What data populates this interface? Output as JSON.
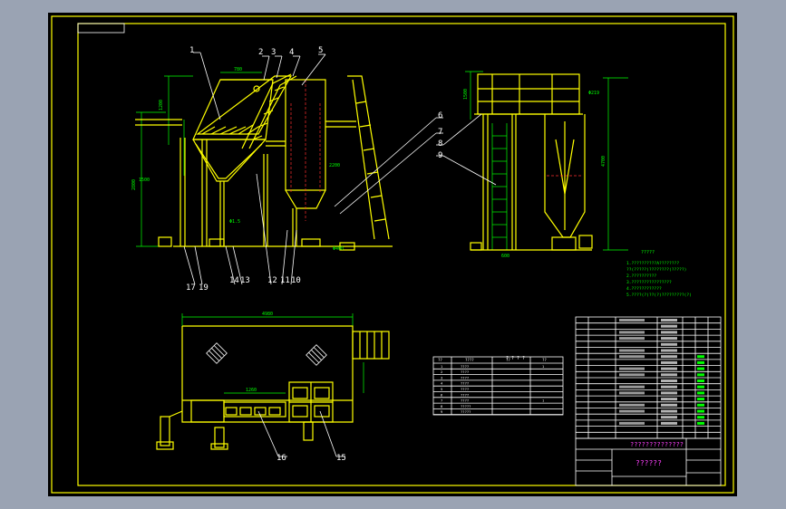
{
  "callouts": [
    "1",
    "2",
    "3",
    "4",
    "5",
    "6",
    "7",
    "8",
    "9",
    "17",
    "19",
    "14",
    "13",
    "12",
    "11",
    "10",
    "16",
    "15"
  ],
  "notes_title": "?????",
  "notes_lines": [
    "1.??????????A????????",
    "  ??(?????)????????(?????)",
    "2.??????????",
    "3.????????????????",
    "4.????????????",
    "5.????(?)??(?)?????????(?)"
  ],
  "small_table": {
    "title": "? ? ? ?",
    "header": [
      "??",
      "????",
      "??",
      "??"
    ],
    "rows": [
      [
        "1",
        "????",
        "",
        "1"
      ],
      [
        "2",
        "????",
        "",
        ""
      ],
      [
        "3",
        "????",
        "",
        ""
      ],
      [
        "4",
        "????",
        "",
        ""
      ],
      [
        "5",
        "????",
        "",
        ""
      ],
      [
        "6",
        "????",
        "",
        ""
      ],
      [
        "7",
        "????",
        "",
        "1"
      ],
      [
        "8",
        "?????",
        "",
        ""
      ],
      [
        "9",
        "?????",
        "",
        ""
      ]
    ]
  },
  "title_block": {
    "main_title": "??????????????",
    "drawing_name": "??????"
  },
  "colors": {
    "page_bg": "#9aa3b3",
    "sheet_bg": "#000000",
    "frame": "#ffff00",
    "lines": "#ffffff",
    "dimension": "#00ff00",
    "hidden": "#ff3030",
    "text_magenta": "#ff40ff"
  }
}
